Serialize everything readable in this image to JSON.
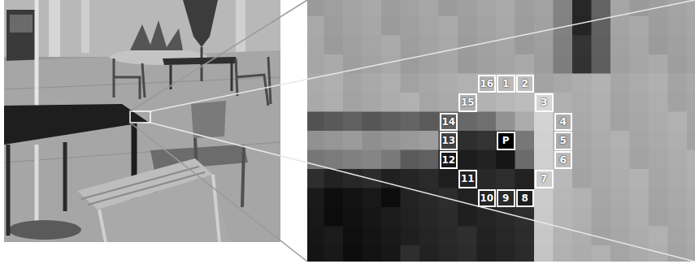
{
  "diagram": {
    "nodes": [
      {
        "text": [
          "16"
        ]
      },
      {
        "text": [
          "1"
        ]
      },
      {
        "text": [
          "2"
        ]
      },
      {
        "text": [
          "15"
        ]
      },
      {
        "text": [
          "3"
        ]
      },
      {
        "text": [
          "14"
        ]
      },
      {
        "text": [
          "4"
        ]
      },
      {
        "text": [
          "13"
        ]
      },
      {
        "text": [
          "P"
        ]
      },
      {
        "text": [
          "5"
        ]
      },
      {
        "text": [
          "12"
        ]
      },
      {
        "text": [
          "6"
        ]
      },
      {
        "text": [
          "11"
        ]
      },
      {
        "text": [
          "7"
        ]
      },
      {
        "text": [
          "10"
        ]
      },
      {
        "text": [
          "9"
        ]
      },
      {
        "text": [
          "8"
        ]
      }
    ]
  }
}
